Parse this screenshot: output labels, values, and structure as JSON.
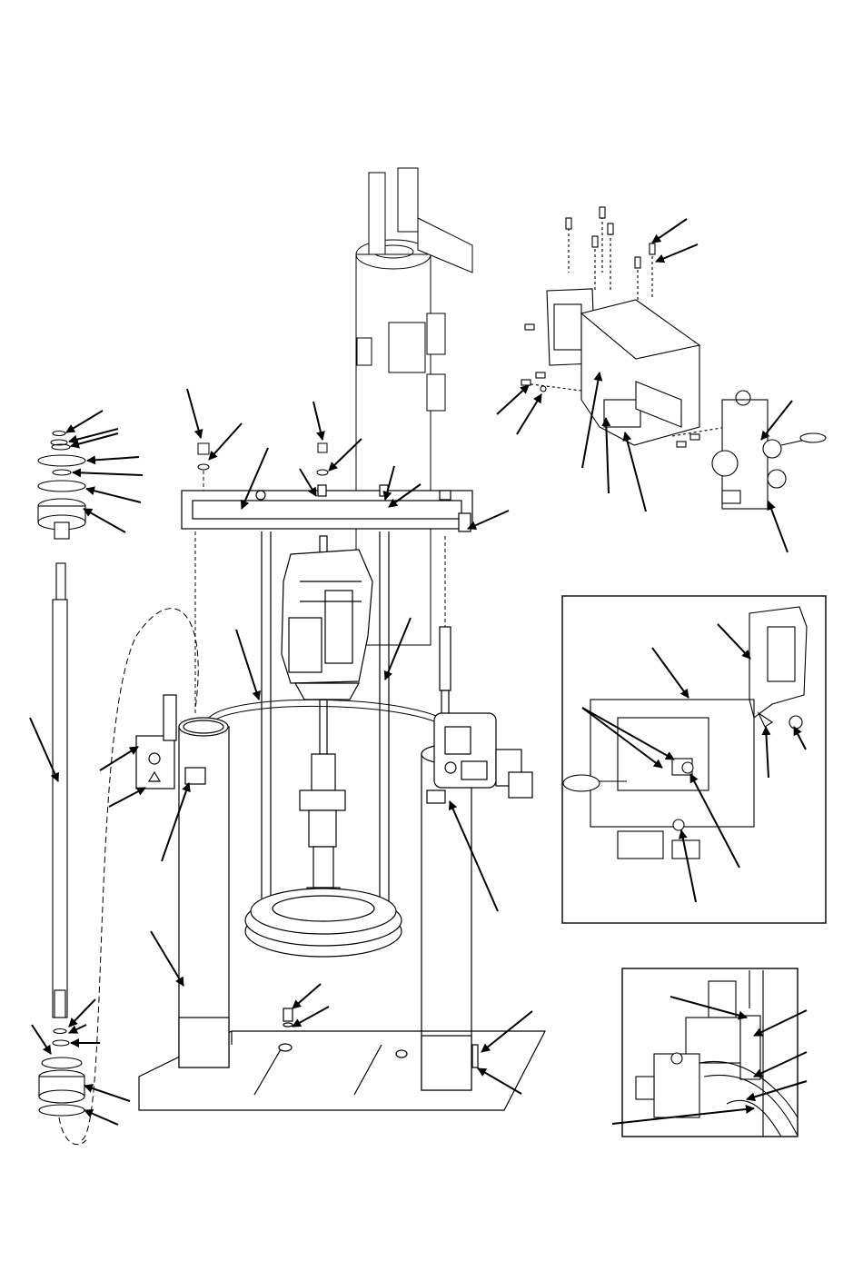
{
  "figure": {
    "type": "exploded-parts-diagram",
    "subject": "pump-elevator-assembly",
    "line_color": "#000000",
    "background_color": "#ffffff",
    "callout_labels_visible": false,
    "panels": [
      {
        "name": "main-assembly-view",
        "frame": false
      },
      {
        "name": "control-module-exploded-view",
        "frame": false
      },
      {
        "name": "bracket-detail-view",
        "frame": true
      },
      {
        "name": "air-control-detail-view",
        "frame": true
      }
    ]
  }
}
